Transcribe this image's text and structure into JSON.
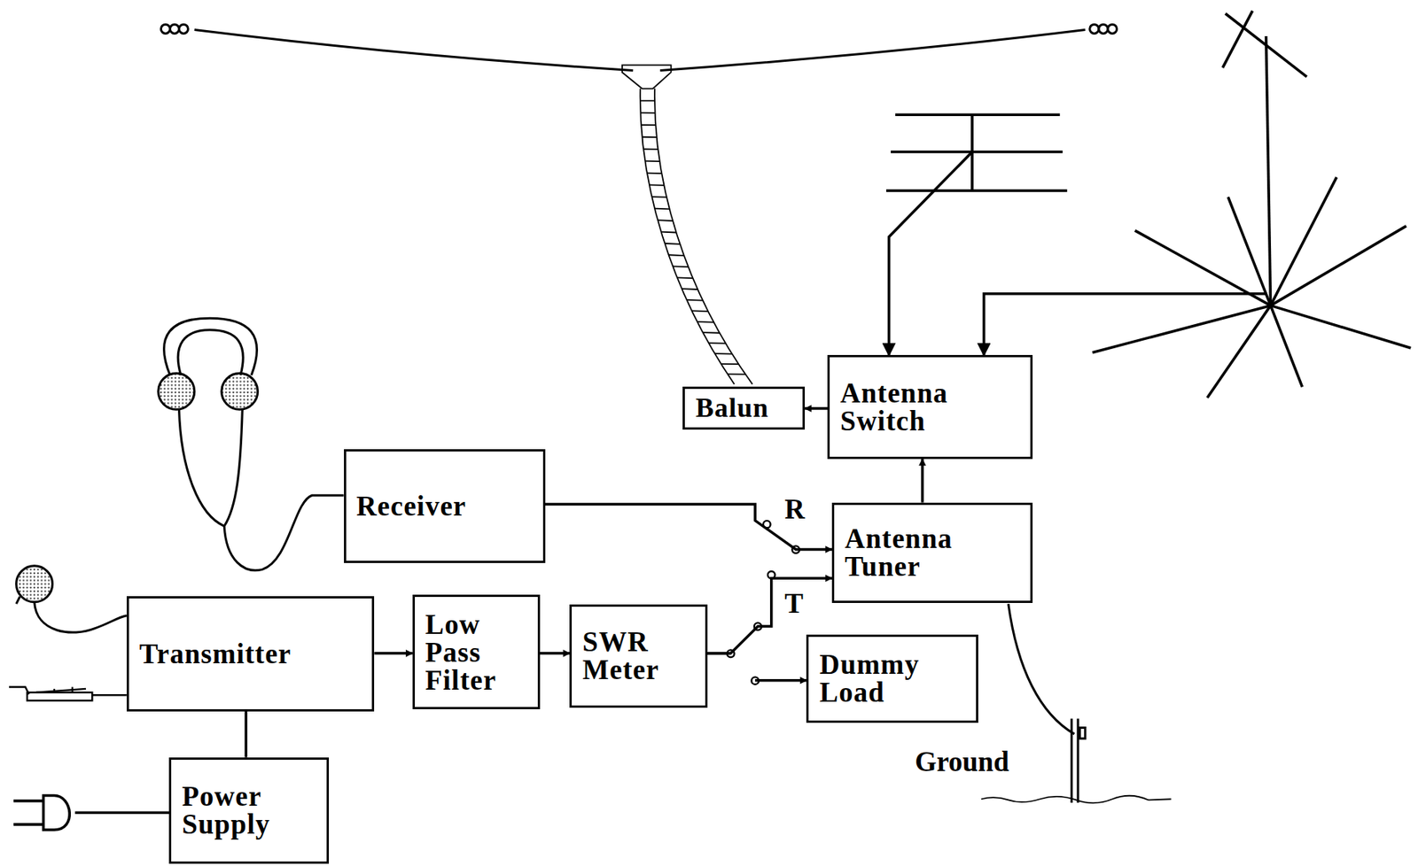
{
  "diagram": {
    "nodes": [
      {
        "text": [
          "Balun"
        ]
      },
      {
        "text": [
          "Antenna Switch"
        ]
      },
      {
        "text": [
          "Receiver"
        ]
      },
      {
        "text": [
          "Antenna Tuner"
        ]
      },
      {
        "text": [
          "Transmitter"
        ]
      },
      {
        "text": [
          "Low Pass Filter"
        ]
      },
      {
        "text": [
          "SWR Meter"
        ]
      },
      {
        "text": [
          "Dummy Load"
        ]
      },
      {
        "text": [
          "Power Supply"
        ]
      }
    ],
    "edges": [
      {
        "from": 1,
        "to": 0,
        "arrow": "to"
      },
      {
        "from": 3,
        "to": 1,
        "arrow": "to"
      },
      {
        "from": 2,
        "to": 3,
        "arrow": "to"
      },
      {
        "from": 4,
        "to": 5,
        "arrow": "to"
      },
      {
        "from": 5,
        "to": 6,
        "arrow": "to"
      },
      {
        "from": 6,
        "to": 3,
        "arrow": "to"
      },
      {
        "from": 6,
        "to": 7,
        "arrow": "to"
      },
      {
        "from": 8,
        "to": 4,
        "arrow": "none"
      }
    ],
    "labels": [
      "R",
      "T",
      "Ground"
    ]
  }
}
